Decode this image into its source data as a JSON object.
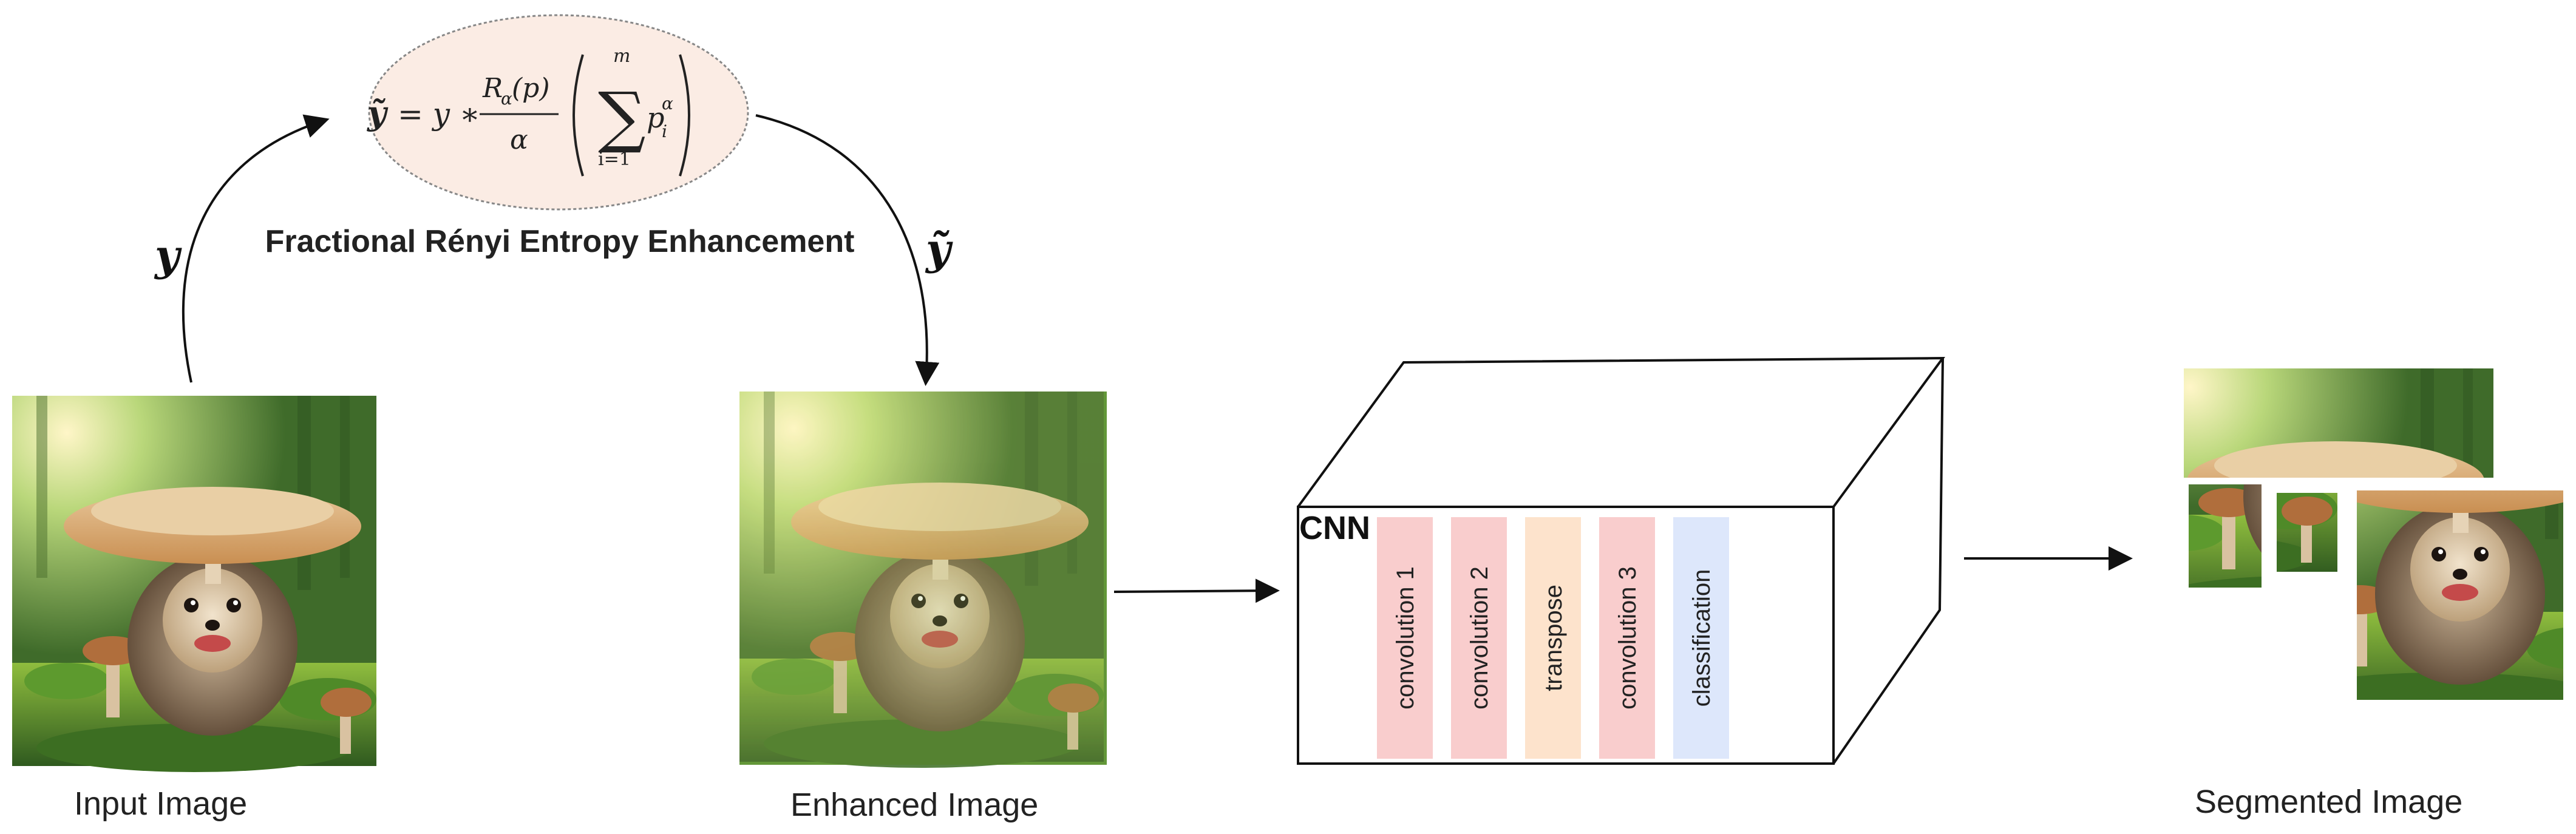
{
  "formula": {
    "lhs": "ỹ",
    "eq": "= y ∗",
    "frac_num": "R",
    "frac_num_sub": "α",
    "frac_num_tail": "(p)",
    "frac_den": "α",
    "sum_top": "m",
    "sum_bottom": "i=1",
    "sum_symbol": "∑",
    "sum_term": "p",
    "sum_term_sub": "i",
    "sum_term_sup": "α"
  },
  "enhancement_label": "Fractional Rényi Entropy Enhancement",
  "arrow_label_in": "y",
  "arrow_label_out": "ỹ",
  "captions": {
    "input": "Input Image",
    "enhanced": "Enhanced Image",
    "segmented": "Segmented Image"
  },
  "cnn": {
    "title": "CNN",
    "layers": [
      {
        "label": "convolution 1",
        "color": "#f9cdcd"
      },
      {
        "label": "convolution 2",
        "color": "#f9cdcd"
      },
      {
        "label": "transpose",
        "color": "#fde3cc"
      },
      {
        "label": "convolution 3",
        "color": "#f9cdcd"
      },
      {
        "label": "classification",
        "color": "#dde7fb"
      }
    ]
  },
  "colors": {
    "ellipse_fill": "#fbece4",
    "ellipse_stroke": "#888888",
    "arrow": "#111111"
  }
}
